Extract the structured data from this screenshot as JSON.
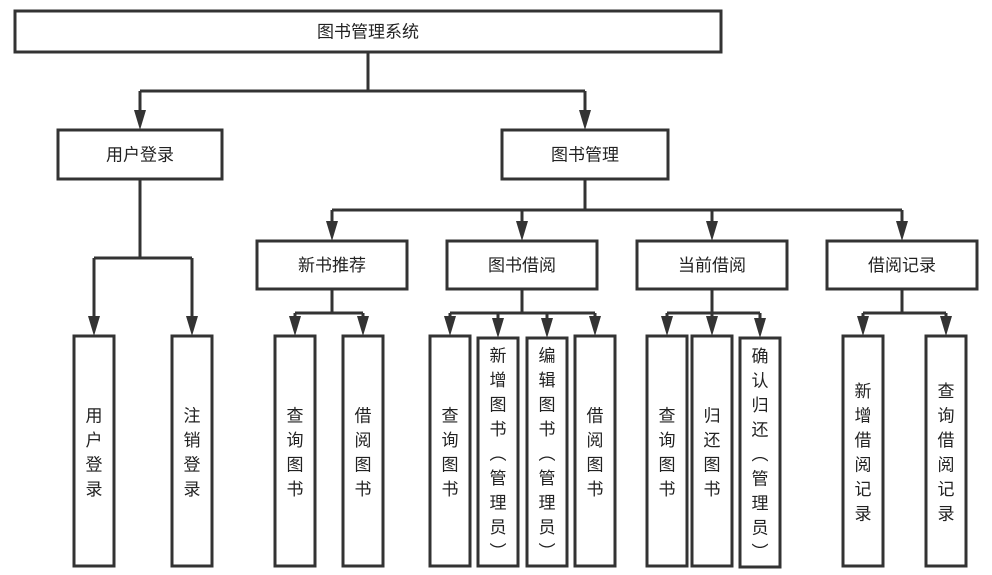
{
  "diagram": {
    "title": "图书管理系统",
    "root": {
      "id": "root",
      "label": "图书管理系统",
      "children": [
        {
          "id": "user-login",
          "label": "用户登录",
          "children": [
            {
              "id": "user-login-leaf",
              "label": "用户登录"
            },
            {
              "id": "logout",
              "label": "注销登录"
            }
          ]
        },
        {
          "id": "book-management",
          "label": "图书管理",
          "children": [
            {
              "id": "new-book-recommend",
              "label": "新书推荐",
              "children": [
                {
                  "id": "nbr-query-books",
                  "label": "查询图书"
                },
                {
                  "id": "nbr-borrow-books",
                  "label": "借阅图书"
                }
              ]
            },
            {
              "id": "book-borrow",
              "label": "图书借阅",
              "children": [
                {
                  "id": "bb-query-books",
                  "label": "查询图书"
                },
                {
                  "id": "bb-add-book",
                  "label": "新增图书（管理员）"
                },
                {
                  "id": "bb-edit-book",
                  "label": "编辑图书（管理员）"
                },
                {
                  "id": "bb-borrow-books",
                  "label": "借阅图书"
                }
              ]
            },
            {
              "id": "current-borrow",
              "label": "当前借阅",
              "children": [
                {
                  "id": "cb-query-books",
                  "label": "查询图书"
                },
                {
                  "id": "cb-return-books",
                  "label": "归还图书"
                },
                {
                  "id": "cb-confirm-return",
                  "label": "确认归还（管理员）"
                }
              ]
            },
            {
              "id": "borrow-records",
              "label": "借阅记录",
              "children": [
                {
                  "id": "br-add-record",
                  "label": "新增借阅记录"
                },
                {
                  "id": "br-query-records",
                  "label": "查询借阅记录"
                }
              ]
            }
          ]
        }
      ]
    }
  }
}
